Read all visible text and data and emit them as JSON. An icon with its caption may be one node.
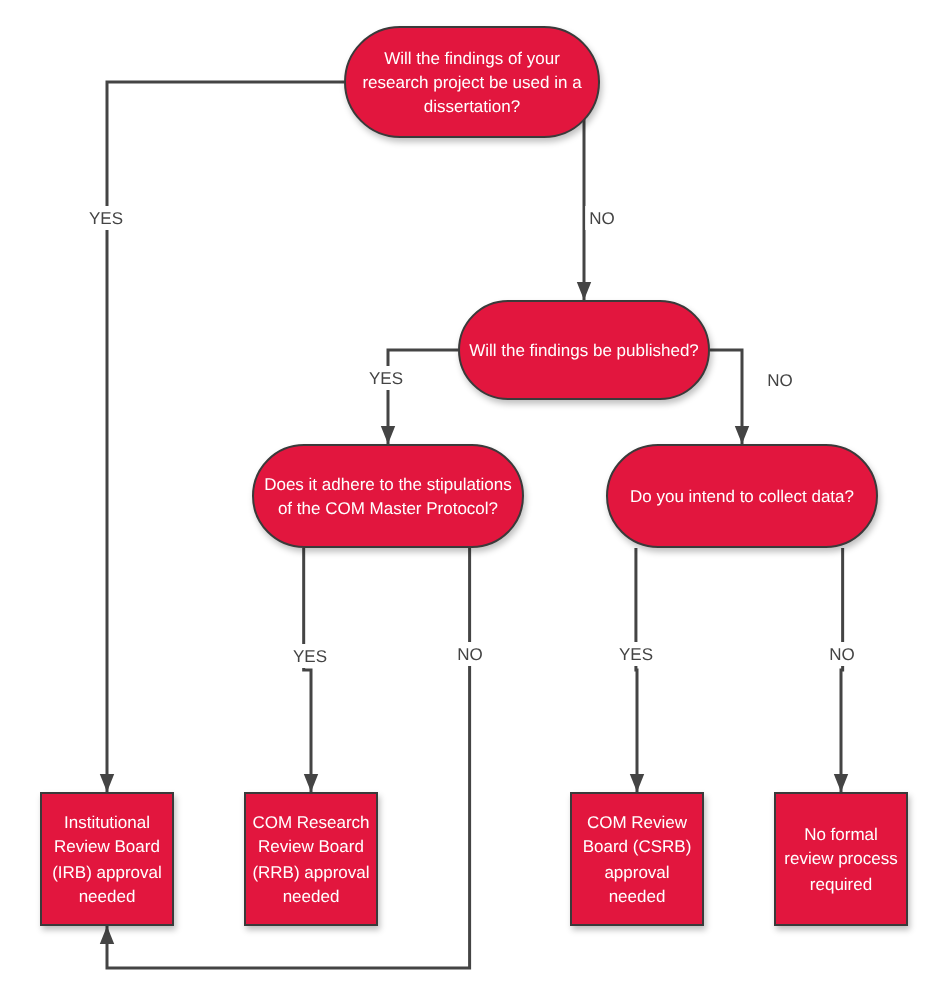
{
  "diagram": {
    "nodes": [
      {
        "text": [
          "Will the findings of your research project be used in a dissertation?"
        ]
      },
      {
        "text": [
          "Will the findings be published?"
        ]
      },
      {
        "text": [
          "Does it adhere to the stipulations of the COM Master Protocol?"
        ]
      },
      {
        "text": [
          "Do you intend to collect data?"
        ]
      },
      {
        "text": [
          "Institutional Review Board (IRB) approval needed"
        ]
      },
      {
        "text": [
          "COM Research Review Board (RRB) approval needed"
        ]
      },
      {
        "text": [
          "COM Review Board (CSRB) approval needed"
        ]
      },
      {
        "text": [
          "No formal review process required"
        ]
      }
    ],
    "edges": [
      {
        "from": 0,
        "to": 4,
        "arrow": "to",
        "label": "YES"
      },
      {
        "from": 0,
        "to": 1,
        "arrow": "to",
        "label": "NO"
      },
      {
        "from": 1,
        "to": 2,
        "arrow": "to",
        "label": "YES"
      },
      {
        "from": 1,
        "to": 3,
        "arrow": "to",
        "label": "NO"
      },
      {
        "from": 2,
        "to": 5,
        "arrow": "to",
        "label": "YES"
      },
      {
        "from": 2,
        "to": 4,
        "arrow": "to",
        "label": "NO"
      },
      {
        "from": 3,
        "to": 6,
        "arrow": "to",
        "label": "YES"
      },
      {
        "from": 3,
        "to": 7,
        "arrow": "to",
        "label": "NO"
      }
    ]
  }
}
